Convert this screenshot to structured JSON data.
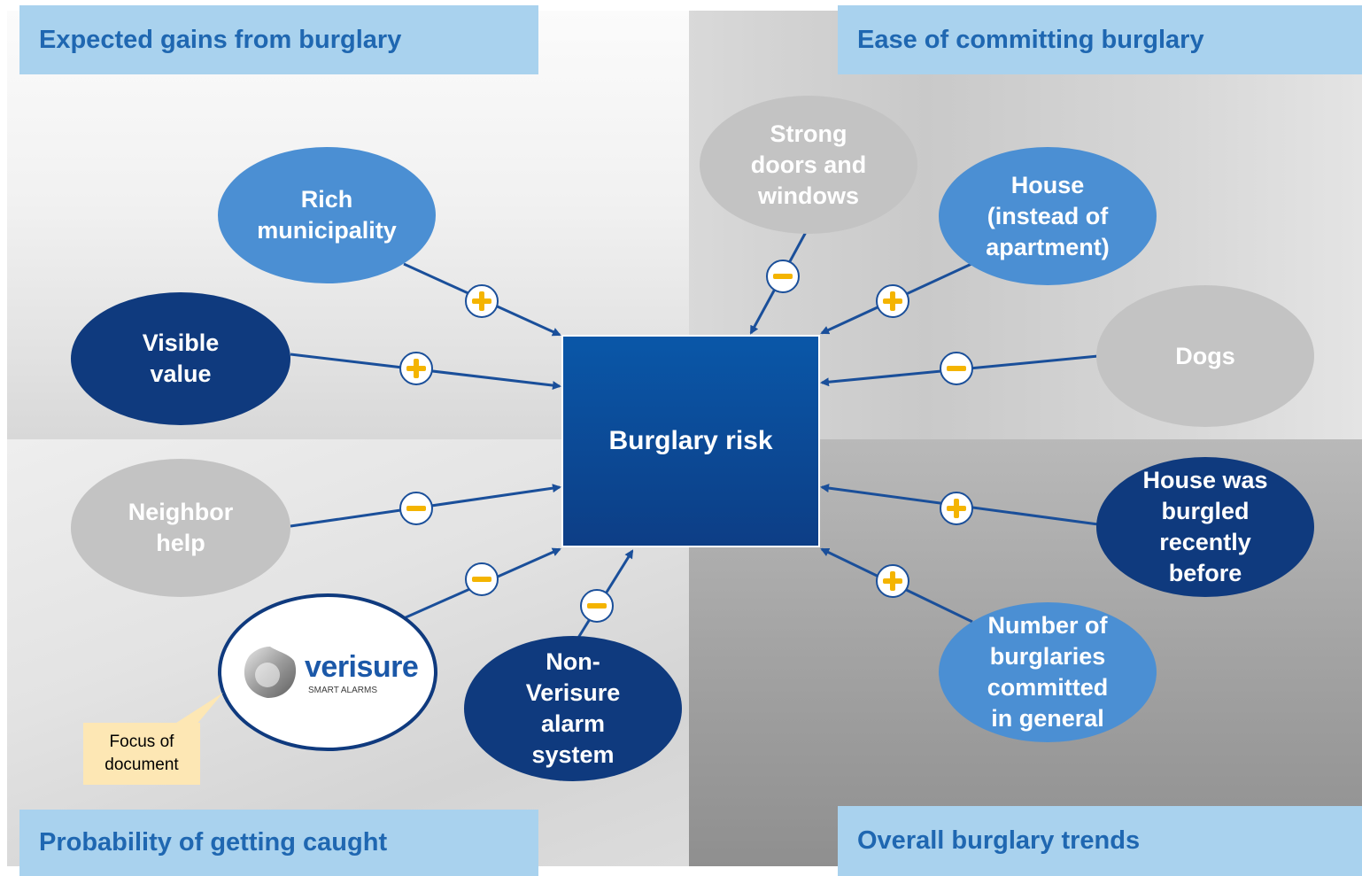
{
  "quadrants": {
    "top_left": "Expected gains from burglary",
    "top_right": "Ease of committing burglary",
    "bottom_left": "Probability of getting caught",
    "bottom_right": "Overall burglary trends"
  },
  "center": "Burglary risk",
  "factors": {
    "rich_municipality": {
      "label": "Rich\nmunicipality",
      "effect": "+"
    },
    "visible_value": {
      "label": "Visible\nvalue",
      "effect": "+"
    },
    "strong_doors": {
      "label": "Strong\ndoors and\nwindows",
      "effect": "−"
    },
    "house": {
      "label": "House\n(instead of\napartment)",
      "effect": "+"
    },
    "dogs": {
      "label": "Dogs",
      "effect": "−"
    },
    "neighbor_help": {
      "label": "Neighbor\nhelp",
      "effect": "−"
    },
    "verisure": {
      "effect": "−"
    },
    "non_verisure": {
      "label": "Non-\nVerisure\nalarm\nsystem",
      "effect": "−"
    },
    "burgled_before": {
      "label": "House was\nburgled\nrecently\nbefore",
      "effect": "+"
    },
    "burglaries_general": {
      "label": "Number of\nburglaries\ncommitted\nin general",
      "effect": "+"
    }
  },
  "logo": {
    "word": "verisure",
    "tagline": "SMART ALARMS"
  },
  "callout": "Focus of\ndocument",
  "colors": {
    "header_bg": "#a9d2ee",
    "header_text": "#1f67b1",
    "medium_blue": "#4b8fd3",
    "dark_blue": "#0f3a7e",
    "grey": "#c3c3c3",
    "sign_yellow": "#f4b400",
    "callout_bg": "#fde7b4"
  }
}
